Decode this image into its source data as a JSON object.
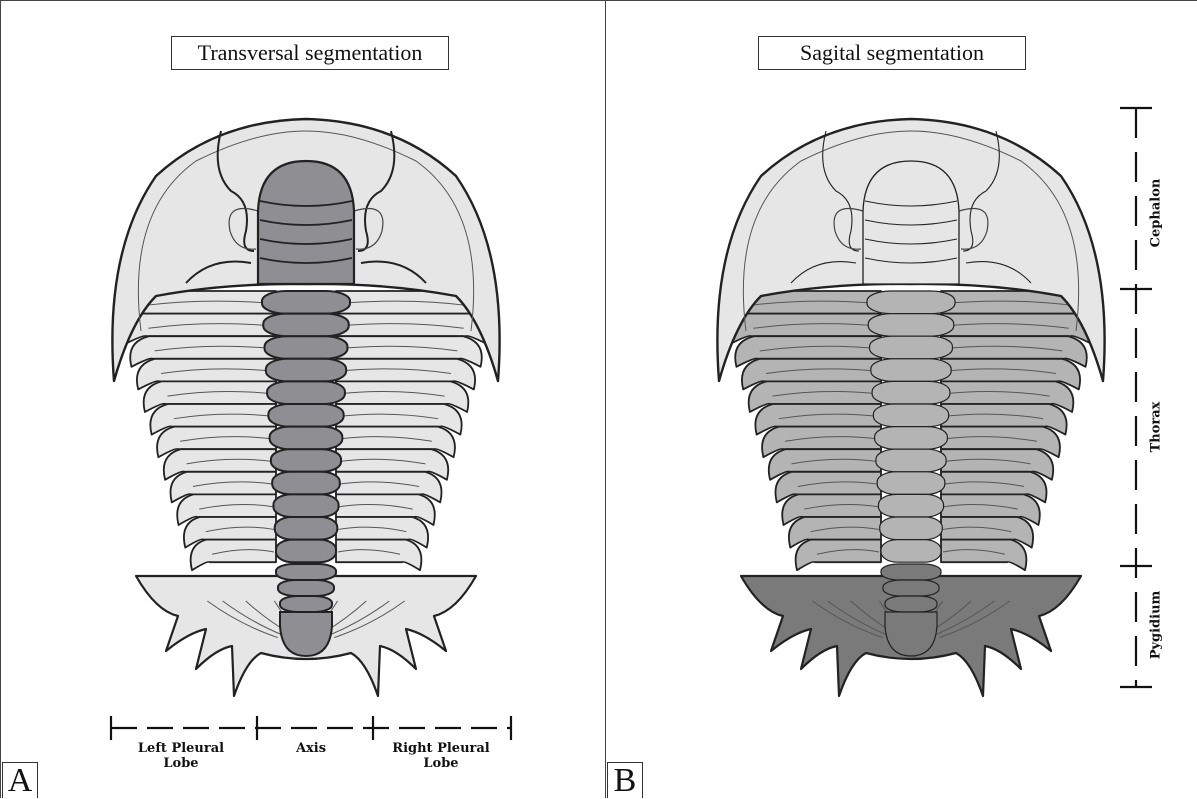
{
  "panel_a": {
    "letter": "A",
    "title": "Transversal segmentation",
    "labels": {
      "left": "Left Pleural Lobe",
      "axis": "Axis",
      "right": "Right Pleural Lobe"
    }
  },
  "panel_b": {
    "letter": "B",
    "title": "Sagital segmentation",
    "labels": {
      "cephalon": "Cephalon",
      "thorax": "Thorax",
      "pygidium": "Pygidium"
    }
  },
  "colors": {
    "light_fill": "#e6e6e6",
    "mid_fill": "#b4b4b4",
    "axis_dark": "#8f8f93",
    "pygidium_dark": "#7a7a7a",
    "outline": "#222222"
  }
}
